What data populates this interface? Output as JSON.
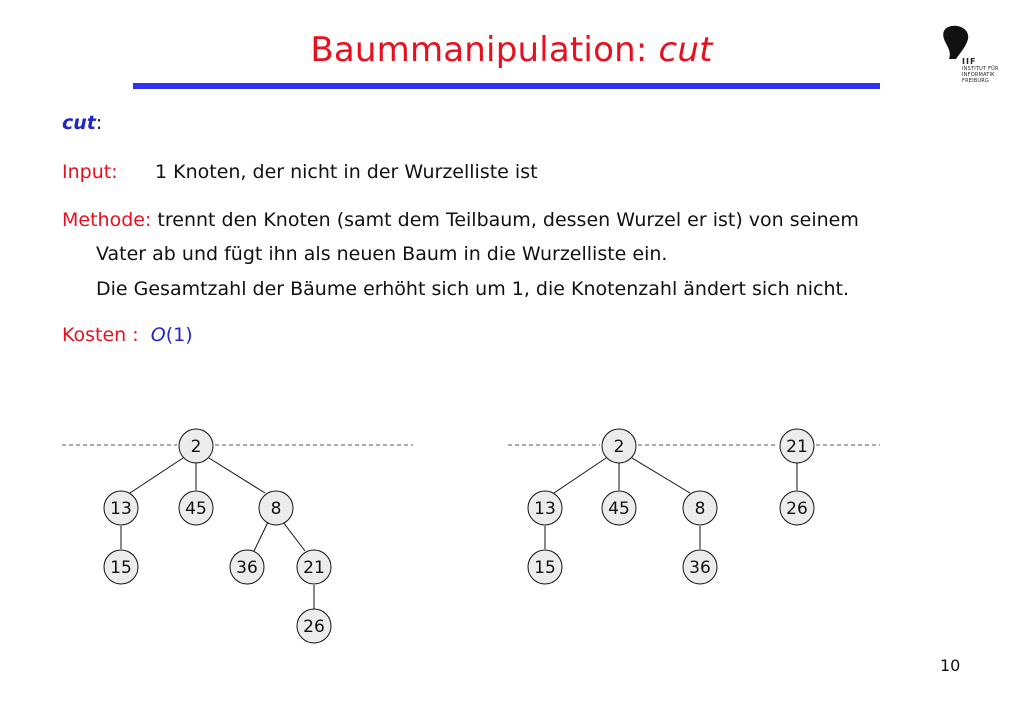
{
  "title": {
    "main": "Baummanipulation: ",
    "emph": "cut"
  },
  "logo": {
    "line1": "IIF",
    "line2": "INSTITUT FÜR",
    "line3": "INFORMATIK",
    "line4": "FREIBURG"
  },
  "heading": {
    "word": "cut",
    "colon": ":"
  },
  "input": {
    "label": "Input:",
    "text": "1 Knoten, der nicht in der Wurzelliste ist"
  },
  "method": {
    "label": "Methode:",
    "line1": "trennt den Knoten (samt dem Teilbaum, dessen Wurzel er ist) von seinem",
    "line2": "Vater ab und fügt ihn als neuen Baum in die Wurzelliste ein.",
    "line3": "Die Gesamtzahl der Bäume erhöht sich um 1, die Knotenzahl ändert sich nicht."
  },
  "cost": {
    "label": "Kosten :",
    "o": "O",
    "arg": "(1)"
  },
  "trees": {
    "before": [
      "2",
      "13",
      "45",
      "8",
      "15",
      "36",
      "21",
      "26"
    ],
    "after": [
      "2",
      "13",
      "45",
      "8",
      "15",
      "36",
      "21",
      "26"
    ]
  },
  "page_number": "10"
}
